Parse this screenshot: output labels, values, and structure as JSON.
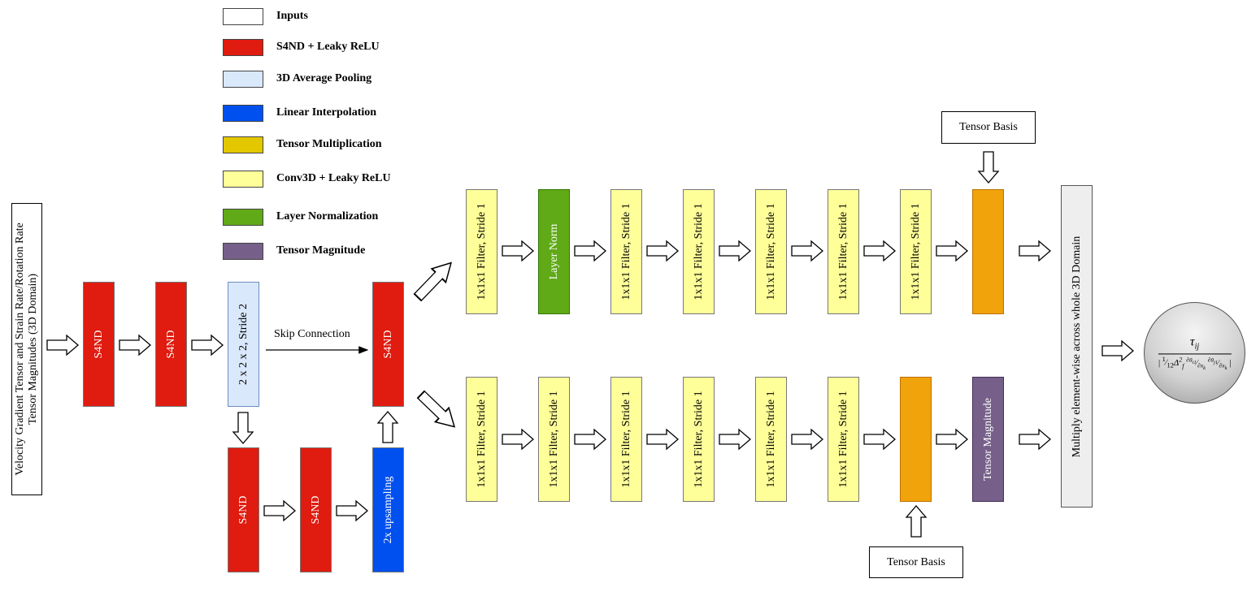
{
  "colors": {
    "inputs": "#ffffff",
    "s4nd": "#e01b0f",
    "avg_pool": "#dae8fc",
    "linear_interp": "#0050ef",
    "tensor_mult": "#e3c800",
    "conv3d": "#ffff99",
    "layer_norm": "#60a917",
    "tensor_magnitude": "#76608a",
    "tensor_mult_block": "#f0a30a",
    "multiply_block": "#eeeeee"
  },
  "legend": [
    {
      "label": "Inputs"
    },
    {
      "label": "S4ND + Leaky ReLU"
    },
    {
      "label": "3D Average Pooling"
    },
    {
      "label": "Linear Interpolation"
    },
    {
      "label": "Tensor Multiplication"
    },
    {
      "label": "Conv3D + Leaky ReLU"
    },
    {
      "label": "Layer Normalization"
    },
    {
      "label": "Tensor Magnitude"
    }
  ],
  "input_block": {
    "line1": "Velocity Gradient Tensor and Strain Rate/Rotation Rate",
    "line2": "Tensor Magnitudes (3D Domain)"
  },
  "s4nd_label": "S4ND",
  "pool_label": "2 x 2 x 2, Stride 2",
  "upsample_label": "2x upsampling",
  "skip_label": "Skip Connection",
  "conv_label": "1x1x1 Filter, Stride 1",
  "layer_norm_label": "Layer Norm",
  "tensor_magnitude_label": "Tensor Magnitude",
  "tensor_basis_label": "Tensor Basis",
  "multiply_label": "Multiply element-wise across whole 3D Domain",
  "output": {
    "numerator": "τij",
    "denominator": "| 1/12 Δf² (∂ū_i1/∂x_k)(∂ū_j1/∂x_k) |"
  }
}
